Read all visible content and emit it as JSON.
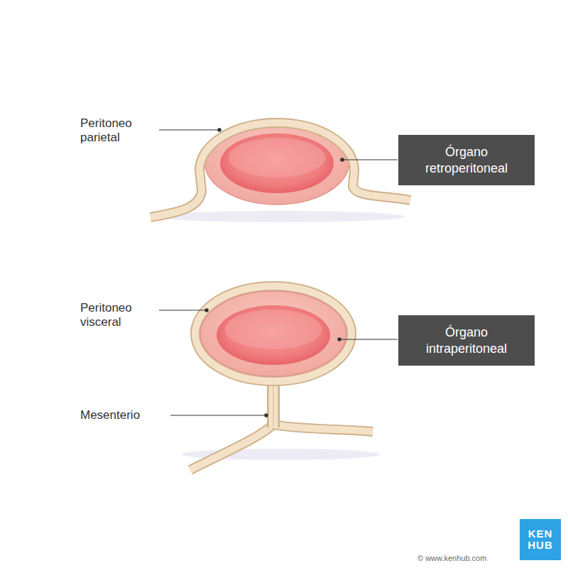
{
  "diagram": {
    "nodes": [
      {
        "text": [
          "Órgano retroperitoneal"
        ]
      },
      {
        "text": [
          "Órgano intraperitoneal"
        ]
      },
      {
        "text": [
          "KEN HUB"
        ]
      }
    ],
    "labels": [
      "Peritoneo parietal",
      "Peritoneo visceral",
      "Mesenterio",
      "© www.kenhub.com"
    ]
  }
}
